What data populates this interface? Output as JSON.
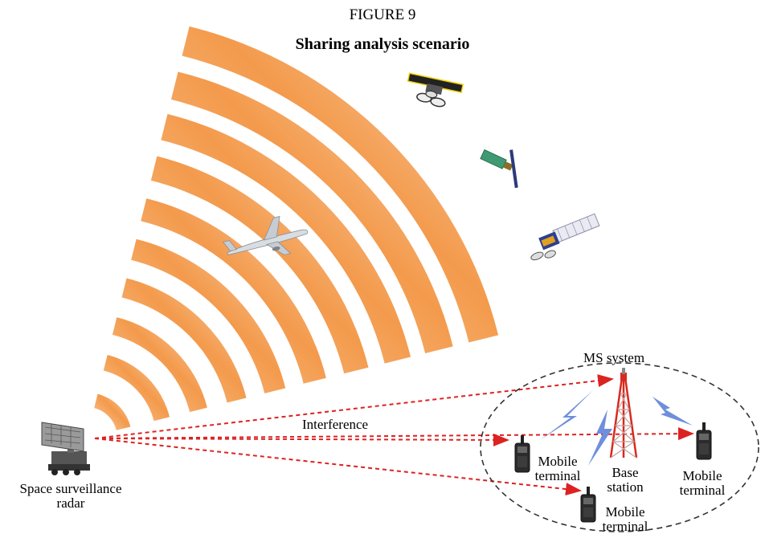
{
  "figure": {
    "number": "FIGURE 9",
    "title": "Sharing analysis scenario"
  },
  "labels": {
    "radar_line1": "Space surveillance",
    "radar_line2": "radar",
    "interference": "Interference",
    "ms_system": "MS system",
    "base_line1": "Base",
    "base_line2": "station",
    "mobile_line1": "Mobile",
    "mobile_line2": "terminal"
  },
  "colors": {
    "beam": "#f5a35a",
    "interference_arrow": "#dd2222",
    "lightning": "#6f8fdc",
    "tower": "#d82a1e",
    "ellipse": "#333333"
  },
  "icons": [
    "radar-icon",
    "airplane-icon",
    "satellite-icon",
    "tower-icon",
    "mobile-terminal-icon",
    "lightning-icon"
  ]
}
